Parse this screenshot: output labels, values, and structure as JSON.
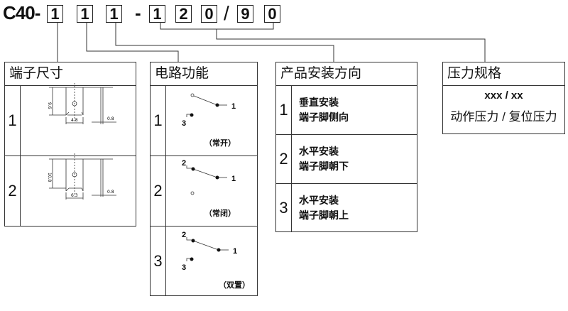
{
  "code": {
    "prefix": "C40",
    "dash": "-",
    "slash": "/",
    "digits": [
      "1",
      "1",
      "1",
      "1",
      "2",
      "0",
      "9",
      "0"
    ]
  },
  "terminal_size": {
    "title": "端子尺寸",
    "rows": [
      {
        "num": "1",
        "dims": {
          "height": "9.6",
          "width": "4.8",
          "thickness": "0.8"
        }
      },
      {
        "num": "2",
        "dims": {
          "height": "10.8",
          "width": "6.3",
          "thickness": "0.8"
        }
      }
    ]
  },
  "circuit_function": {
    "title": "电路功能",
    "rows": [
      {
        "num": "1",
        "caption": "（常开）",
        "pin_labels": [
          "1",
          "3"
        ]
      },
      {
        "num": "2",
        "caption": "（常闭）",
        "pin_labels": [
          "2",
          "1"
        ]
      },
      {
        "num": "3",
        "caption": "（双置）",
        "pin_labels": [
          "2",
          "1",
          "3"
        ]
      }
    ]
  },
  "mounting": {
    "title": "产品安装方向",
    "rows": [
      {
        "num": "1",
        "line1": "垂直安装",
        "line2": "端子脚侧向"
      },
      {
        "num": "2",
        "line1": "水平安装",
        "line2": "端子脚朝下"
      },
      {
        "num": "3",
        "line1": "水平安装",
        "line2": "端子脚朝上"
      }
    ]
  },
  "pressure": {
    "title": "压力规格",
    "line1": "xxx / xx",
    "line2": "动作压力 / 复位压力"
  }
}
